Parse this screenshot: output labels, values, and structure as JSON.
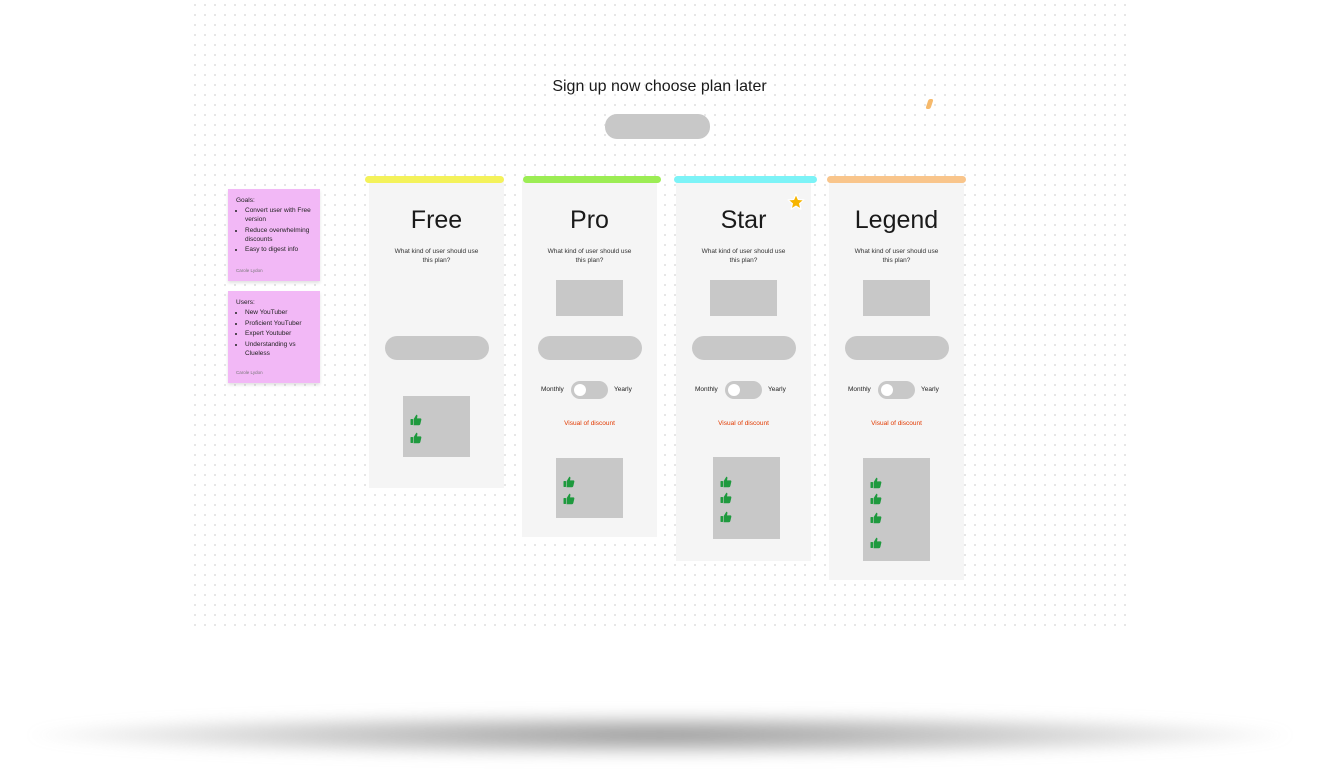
{
  "page": {
    "title": "Sign up now choose plan later"
  },
  "notes": {
    "goals": {
      "heading": "Goals:",
      "items": [
        "Convert user with Free version",
        "Reduce overwhelming discounts",
        "Easy to digest info"
      ],
      "author": "Carole Lydon"
    },
    "users": {
      "heading": "Users:",
      "items": [
        "New YouTuber",
        "Proficient YouTuber",
        "Expert Youtuber",
        "Understanding vs Clueless"
      ],
      "author": "Carole Lydon"
    }
  },
  "plans": [
    {
      "name": "Free",
      "question": "What kind of user should use this plan?",
      "highlight": "#f4f25a",
      "featured": false,
      "features": 2
    },
    {
      "name": "Pro",
      "question": "What kind of user should use this plan?",
      "highlight": "#9ced54",
      "featured": false,
      "features": 2,
      "billing": {
        "monthly": "Monthly",
        "yearly": "Yearly"
      },
      "discount": "Visual of discount"
    },
    {
      "name": "Star",
      "question": "What kind of user should use this plan?",
      "highlight": "#7cf3f7",
      "featured": true,
      "features": 3,
      "billing": {
        "monthly": "Monthly",
        "yearly": "Yearly"
      },
      "discount": "Visual of discount"
    },
    {
      "name": "Legend",
      "question": "What kind of user should use this plan?",
      "highlight": "#f9c58b",
      "featured": false,
      "features": 4,
      "billing": {
        "monthly": "Monthly",
        "yearly": "Yearly"
      },
      "discount": "Visual of discount"
    }
  ],
  "icons": {
    "feature": "thumbs-up-icon",
    "featured": "star-icon"
  },
  "colors": {
    "sticky_note": "#f2b8f6",
    "discount_text": "#e23a00",
    "thumb": "#1e9a3e",
    "star": "#f7b500",
    "placeholder": "#c8c8c8"
  }
}
